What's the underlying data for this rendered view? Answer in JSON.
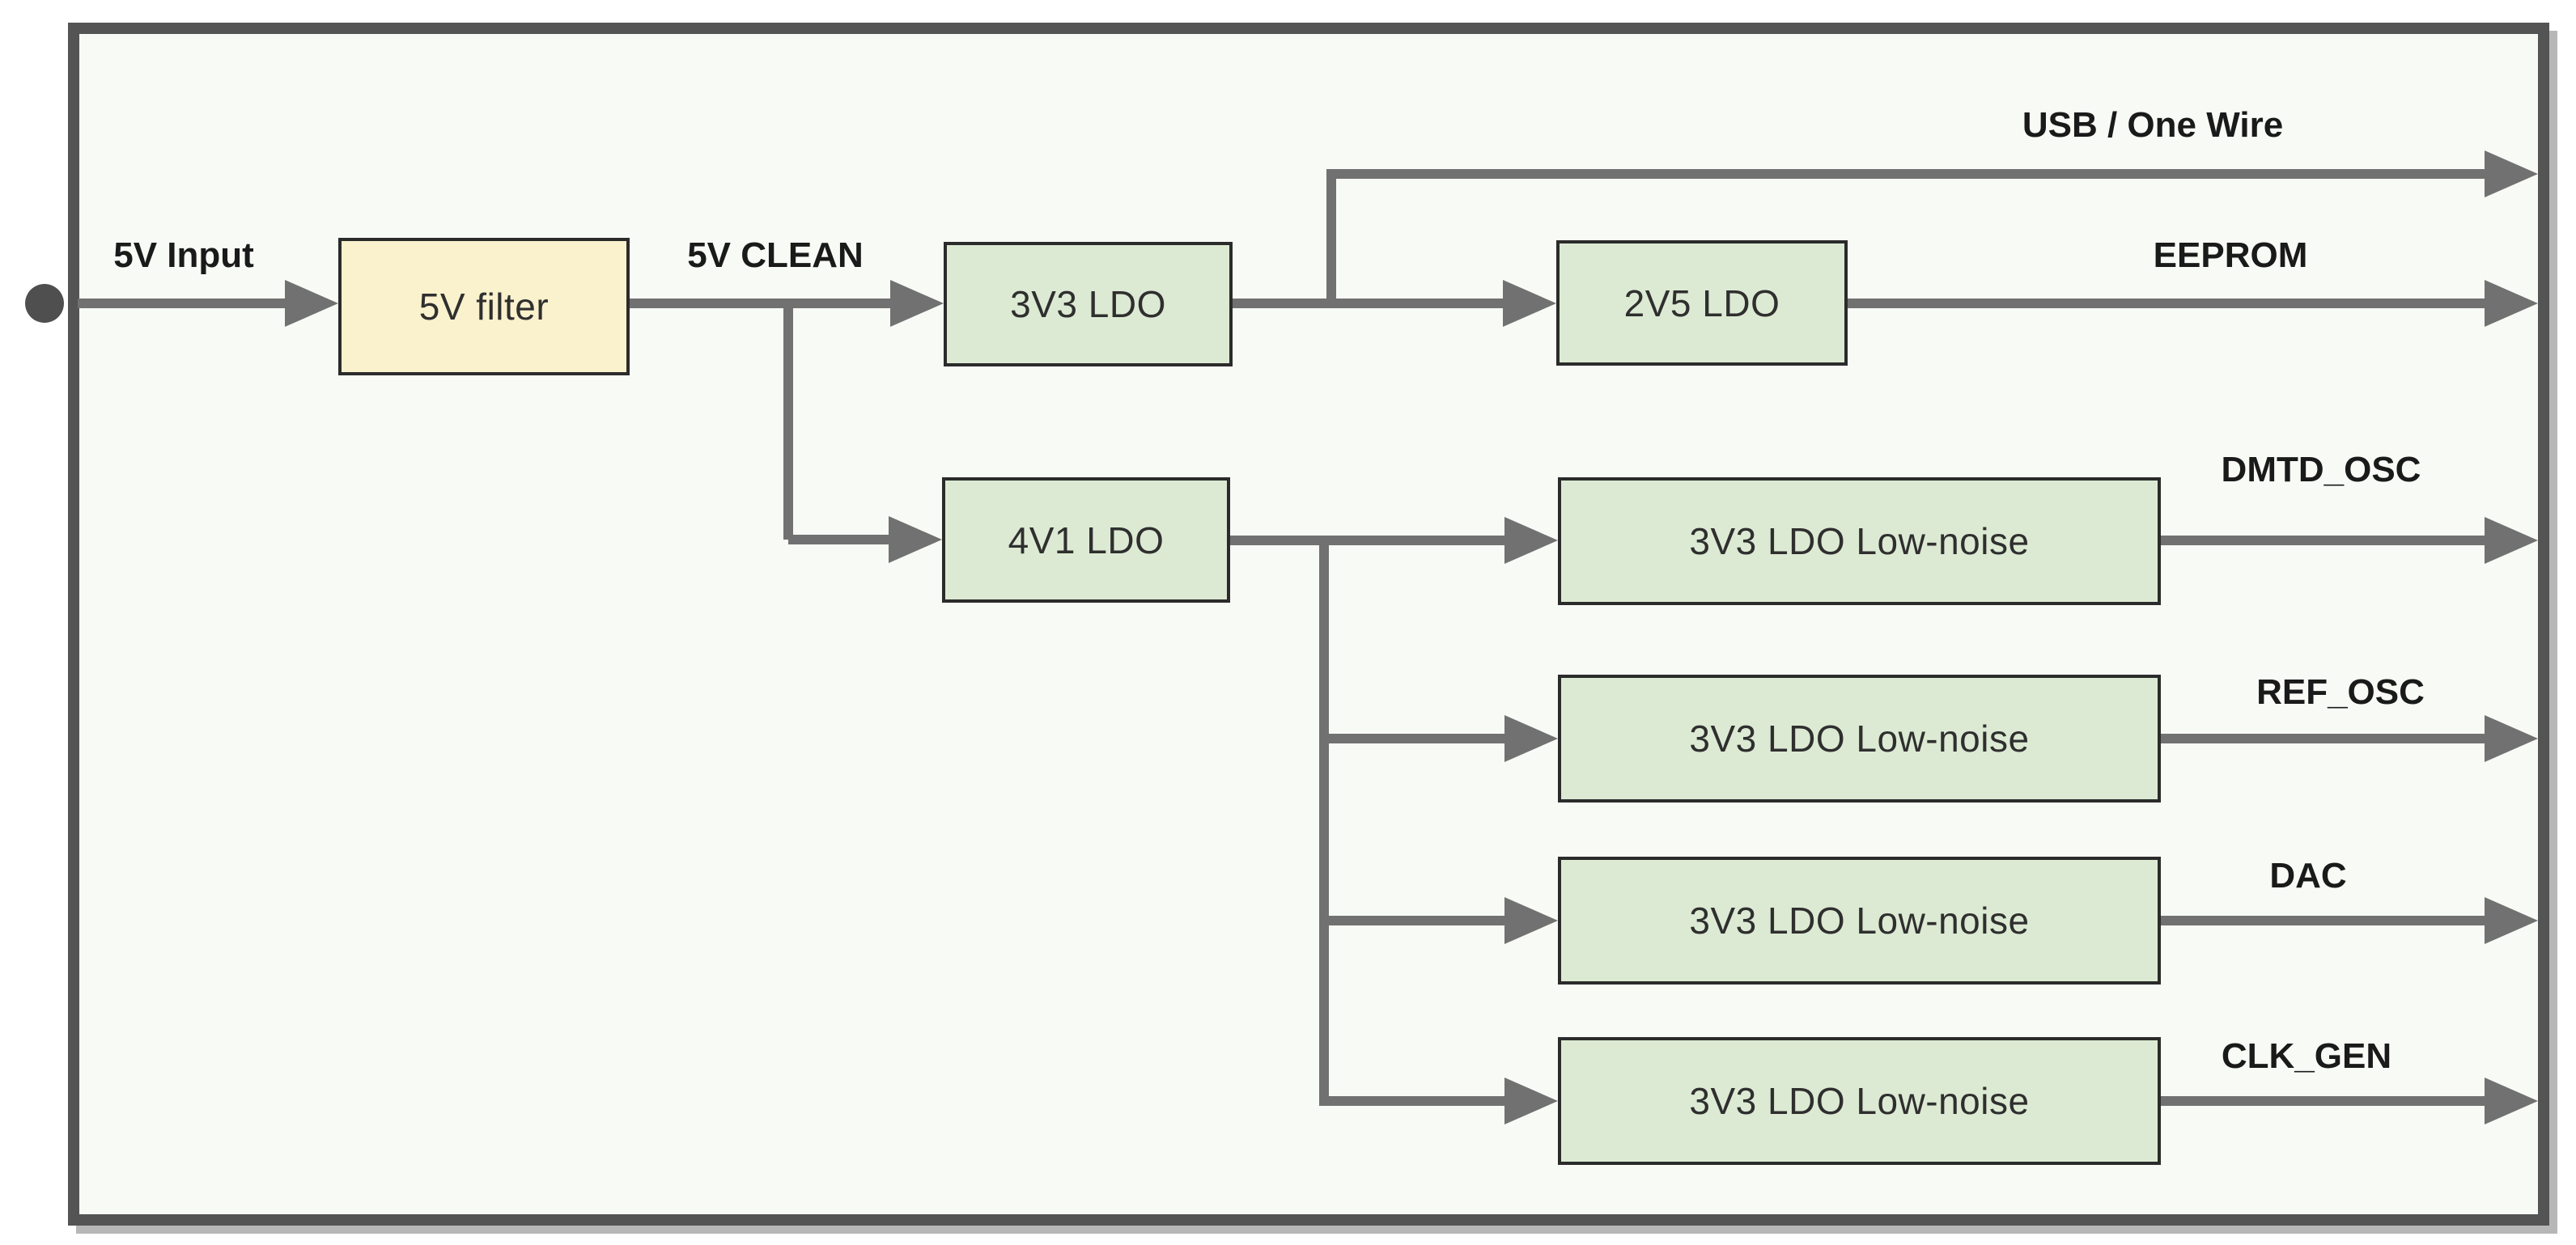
{
  "diagram": {
    "type": "power-distribution-block-diagram",
    "nodes": {
      "filter": {
        "label": "5V filter"
      },
      "ldo_3v3": {
        "label": "3V3 LDO"
      },
      "ldo_2v5": {
        "label": "2V5 LDO"
      },
      "ldo_4v1": {
        "label": "4V1 LDO"
      },
      "ln1": {
        "label": "3V3 LDO Low-noise"
      },
      "ln2": {
        "label": "3V3 LDO Low-noise"
      },
      "ln3": {
        "label": "3V3 LDO Low-noise"
      },
      "ln4": {
        "label": "3V3 LDO Low-noise"
      }
    },
    "labels": {
      "input": "5V Input",
      "clean": "5V CLEAN",
      "usb": "USB / One Wire",
      "eeprom": "EEPROM",
      "dmtd": "DMTD_OSC",
      "ref": "REF_OSC",
      "dac": "DAC",
      "clk": "CLK_GEN"
    },
    "edges": [
      {
        "from": "5V Input terminal",
        "to": "5V filter"
      },
      {
        "from": "5V filter",
        "to": "3V3 LDO",
        "net": "5V CLEAN"
      },
      {
        "from": "5V CLEAN",
        "to": "4V1 LDO"
      },
      {
        "from": "3V3 LDO",
        "to": "2V5 LDO"
      },
      {
        "from": "3V3 LDO",
        "to": "USB / One Wire"
      },
      {
        "from": "2V5 LDO",
        "to": "EEPROM"
      },
      {
        "from": "4V1 LDO",
        "to": "3V3 LDO Low-noise (1)"
      },
      {
        "from": "4V1 LDO",
        "to": "3V3 LDO Low-noise (2)"
      },
      {
        "from": "4V1 LDO",
        "to": "3V3 LDO Low-noise (3)"
      },
      {
        "from": "4V1 LDO",
        "to": "3V3 LDO Low-noise (4)"
      },
      {
        "from": "3V3 LDO Low-noise (1)",
        "to": "DMTD_OSC"
      },
      {
        "from": "3V3 LDO Low-noise (2)",
        "to": "REF_OSC"
      },
      {
        "from": "3V3 LDO Low-noise (3)",
        "to": "DAC"
      },
      {
        "from": "3V3 LDO Low-noise (4)",
        "to": "CLK_GEN"
      }
    ],
    "colors": {
      "frame": "#545454",
      "wire": "#717171",
      "box_border": "#2b2b2b",
      "yellow_fill": "#faf1cd",
      "green_fill": "#dcead3",
      "canvas_bg": "#f8faf5",
      "text": "#2f2f2f",
      "label_text": "#1a1a1a",
      "dot": "#4f4f4f"
    }
  }
}
